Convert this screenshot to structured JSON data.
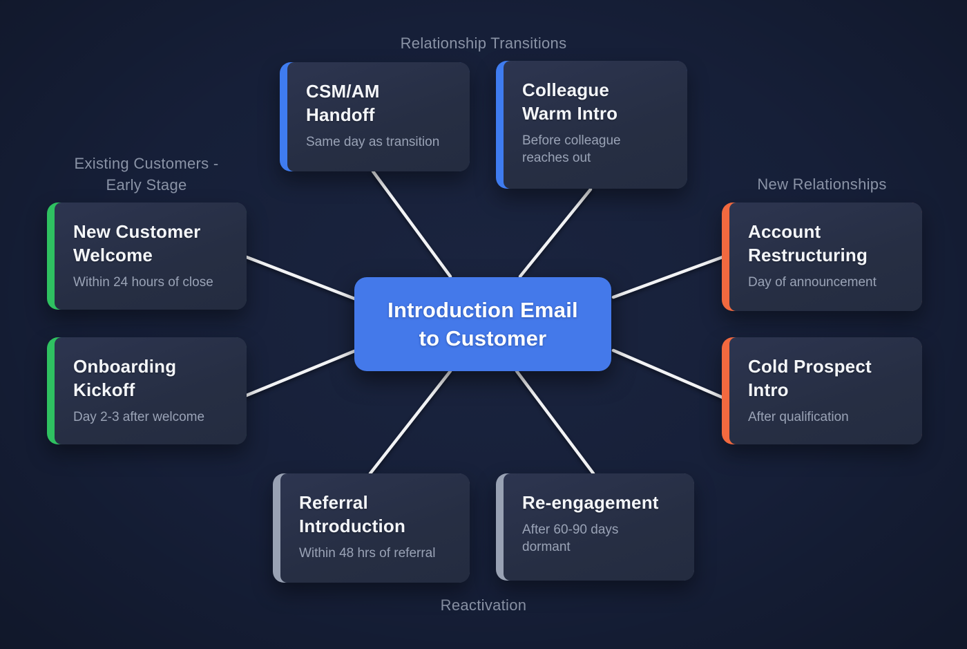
{
  "center": {
    "title": "Introduction Email\nto Customer",
    "color": "#4479ea"
  },
  "sections": {
    "top": {
      "label": "Relationship Transitions"
    },
    "left": {
      "label": "Existing Customers -\nEarly Stage"
    },
    "right": {
      "label": "New Relationships"
    },
    "bottom": {
      "label": "Reactivation"
    }
  },
  "cards": {
    "csm_handoff": {
      "title": "CSM/AM\nHandoff",
      "subtitle": "Same day as transition",
      "accent": "#3f7cf0"
    },
    "colleague_warm_intro": {
      "title": "Colleague\nWarm Intro",
      "subtitle": "Before colleague\nreaches out",
      "accent": "#3f7cf0"
    },
    "new_customer_welcome": {
      "title": "New Customer\nWelcome",
      "subtitle": "Within 24 hours of close",
      "accent": "#2fc161"
    },
    "onboarding_kickoff": {
      "title": "Onboarding\nKickoff",
      "subtitle": "Day 2-3 after welcome",
      "accent": "#2fc161"
    },
    "account_restructuring": {
      "title": "Account\nRestructuring",
      "subtitle": "Day of announcement",
      "accent": "#f2693f"
    },
    "cold_prospect_intro": {
      "title": "Cold Prospect\nIntro",
      "subtitle": "After qualification",
      "accent": "#f2693f"
    },
    "referral_introduction": {
      "title": "Referral\nIntroduction",
      "subtitle": "Within 48 hrs of referral",
      "accent": "#99a2b4"
    },
    "re_engagement": {
      "title": "Re-engagement",
      "subtitle": "After 60-90 days\ndormant",
      "accent": "#99a2b4"
    }
  },
  "colors": {
    "background": "#161f38",
    "line": "#f2f3f5",
    "title_text": "#f4f6f9",
    "subtitle_text": "#9aa3b6",
    "label_text": "#8a93a6"
  }
}
